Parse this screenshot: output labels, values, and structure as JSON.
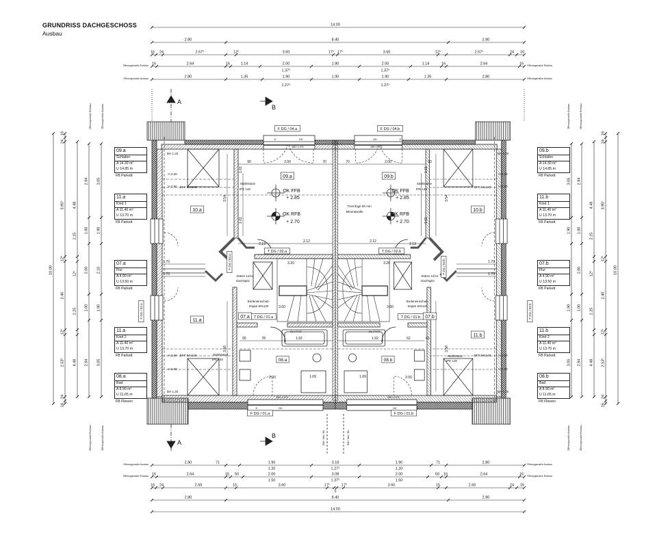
{
  "title": "GRUNDRISS  DACHGESCHOSS",
  "subtitle": "Ausbau",
  "room_cards_left": [
    {
      "id": "09.a",
      "name": "Schlafen",
      "area": "A  14.30 m²",
      "perimeter": "U  14.85 m",
      "floor": "FB  Parkett"
    },
    {
      "id": "11.a",
      "name": "Kind 1",
      "area": "A  11.40 m²",
      "perimeter": "U  13.70 m",
      "floor": "FB  Parkett"
    },
    {
      "id": "07.a",
      "name": "Flur",
      "area": "A    4.90 m²",
      "perimeter": "U  13.50 m",
      "floor": "FB  Parkett"
    },
    {
      "id": "11.a",
      "name": "Kind 2",
      "area": "A  11.40 m²",
      "perimeter": "U  13.70 m",
      "floor": "FB  Parkett"
    },
    {
      "id": "08.a",
      "name": "Bad",
      "area": "A    8.90 m²",
      "perimeter": "U  11.65 m",
      "floor": "FB  Fliesen"
    }
  ],
  "room_cards_right": [
    {
      "id": "09.b",
      "name": "Schlafen",
      "area": "A  14.30 m²",
      "perimeter": "U  14.85 m",
      "floor": "FB  Parkett"
    },
    {
      "id": "11.b",
      "name": "Kind 1",
      "area": "A  11.40 m²",
      "perimeter": "U  13.70 m",
      "floor": "FB  Parkett"
    },
    {
      "id": "07.b",
      "name": "Flur",
      "area": "A    4.90 m²",
      "perimeter": "U  13.50 m",
      "floor": "FB  Parkett"
    },
    {
      "id": "11.b",
      "name": "Kind 2",
      "area": "A  11.40 m²",
      "perimeter": "U  13.70 m",
      "floor": "FB  Parkett"
    },
    {
      "id": "08.b",
      "name": "Bad",
      "area": "A    8.90 m²",
      "perimeter": "U  11.65 m",
      "floor": "FB  Fliesen"
    }
  ],
  "opening_labels": {
    "rohbau": "Öffnungsmaße Rohbau",
    "ausbau": "Öffnungsmaße Ausbau"
  },
  "dimensions": {
    "t1": [
      "14.00"
    ],
    "t2": [
      "2.80",
      "8.40",
      "2.80"
    ],
    "t3": [
      "16",
      "24",
      "2.67⁵",
      "12⁵",
      "3.60",
      "17⁵",
      "17⁵",
      "3.60",
      "12⁵",
      "2.67⁵",
      "24",
      "16"
    ],
    "t4": [
      "16",
      "2.64",
      "16",
      "1.14",
      "2.00",
      "1.80",
      "2.00",
      "1.14",
      "16",
      "2.64",
      "16"
    ],
    "t4b": [
      "1.37⁵",
      "1.37⁵"
    ],
    "t5": [
      "2.80",
      "1.35",
      "1.90",
      "1.90",
      "1.90",
      "1.35",
      "2.80"
    ],
    "t5b": [
      "1.27⁵",
      "1.27⁵"
    ],
    "b1": [
      "2.80",
      "71",
      "1.90",
      "3.18",
      "1.90",
      "71",
      "2.80"
    ],
    "b1b": [
      "1.20",
      "1.27⁵",
      "1.20"
    ],
    "b2": [
      "16",
      "2.64",
      "16",
      "50",
      "2.00",
      "3.08",
      "2.00",
      "50",
      "16",
      "2.64",
      "16"
    ],
    "b2b": [
      "1.50",
      "1.37⁵",
      "1.50"
    ],
    "b3": [
      "16",
      "24",
      "2.65",
      "15",
      "3.60",
      "17⁵",
      "5",
      "17⁵",
      "3.60",
      "15",
      "2.65",
      "24",
      "16"
    ],
    "b4": [
      "2.80",
      "8.40",
      "2.80"
    ],
    "b5": [
      "14.00"
    ],
    "l1": [
      "10.00"
    ],
    "l2": [
      "16",
      "24",
      "3.95⁵",
      "12⁵",
      "2.40",
      "12⁵",
      "2.53⁵",
      "24",
      "16"
    ],
    "l3": [
      "4.48",
      "2.25",
      "12⁵",
      "2.25",
      "4.48"
    ],
    "l4": [
      "2.84",
      "1.00",
      "2.00",
      "1.00",
      "2.84"
    ],
    "l5": [
      "3.05",
      "1.90",
      "2.10",
      "1.90",
      "3.05"
    ],
    "r1": [
      "3.05",
      "1.90",
      "2.10",
      "1.90",
      "3.05"
    ],
    "r2": [
      "2.84",
      "1.00",
      "2.00",
      "1.00",
      "2.84"
    ],
    "r3": [
      "4.48",
      "2.25",
      "12⁵",
      "2.25",
      "4.48"
    ],
    "r4": [
      "16",
      "24",
      "3.95⁵",
      "12⁵",
      "2.40",
      "12⁵",
      "2.53⁵",
      "24",
      "16"
    ],
    "r5": [
      "10.00"
    ]
  },
  "plan_labels": {
    "fdg04a": "F DG / 04.a",
    "fdg04b": "F DG / 04.b",
    "fdg01a": "F DG / 01.a",
    "fdg01b": "F DG / 01.b",
    "tdg02a": "T DG / 02.a",
    "tdg02b": "T DG / 02.b",
    "tdg01a": "T DG / 01.a",
    "tdg01b": "T DG / 01.b",
    "fdg03a": "F DG / 03.a",
    "fdg03b": "F DG / 03.b",
    "fdg02a": "F DG / 02.a",
    "fdg02b": "F DG / 02.b",
    "r09a": "09.a",
    "r09b": "09.b",
    "r10a": "10.a",
    "r10b": "10.b",
    "r11a": "11.a",
    "r11b": "11.b",
    "r07a": "07.a",
    "r07b": "07.b",
    "r08a": "08.a",
    "r08b": "08.b",
    "okffb_a": "OK FFB",
    "okffb_b": "OK FFB",
    "h285_a": "+ 2.85",
    "h285_b": "+ 2.85",
    "okrfb_a": "OK RFB",
    "okrfb_b": "OK RFB",
    "h270_a": "+ 2.70",
    "h270_b": "+ 2.70",
    "st1_a": "Stahlstütze",
    "st2_a": "IPE 140",
    "st1_b": "Stahlstütze",
    "st2_b": "IPE 140",
    "st3_a": "Stahlstütze",
    "st4_a": "IPE 140",
    "st3_b": "Stahlstütze",
    "st4_b": "IPE 140",
    "trenn1": "Trennfuge 50 mm",
    "trenn2": "Mineralwolle",
    "stu1_a": "Stütze 12/12",
    "stu2_a": "Dachspitz",
    "stu1_b": "Stütze 12/12",
    "stu2_b": "Dachspitz",
    "bod1_a": "Bodeneinschub-",
    "bod2_a": "treppe 60x120",
    "bod1_b": "Bodeneinschub-",
    "bod2_b": "treppe 60x120",
    "dff1_a": "DFF 94x140",
    "dff2_a": "DFF 94x140",
    "dff1_b": "DFF 94x140",
    "dff2_b": "DFF 94x140",
    "dh1_a": "DH 1.20",
    "dh2_a": "DH 1.20",
    "dh1_b": "DH 1.20",
    "dh2_b": "DH 1.20",
    "h200a_a": "H 2.00",
    "h200b_a": "H 2.00",
    "h200a_b": "H 2.00",
    "h200b_b": "H 2.00",
    "h250a_a": "H 2.50",
    "h250b_a": "H 2.50",
    "h250a_b": "H 2.50",
    "h250b_b": "H 2.50",
    "brh_ta": "BRH 0.975",
    "brh_tb": "BRH 0.975",
    "brh_ba": "BRH 0.975",
    "brh_bb": "BRH 0.975",
    "d_ta": "D",
    "dk_ta": "DK",
    "dk_tb": "DK",
    "d_tb": "D",
    "d_ba": "D",
    "dk_ba": "DK",
    "dk_bb": "DK",
    "d_bb": "D",
    "m90_a": "90",
    "m200_a": "2.00",
    "m70_a": "70",
    "m70_b": "70",
    "m200_b": "2.00",
    "m90_b": "90",
    "m161a_a": "1.61",
    "m161b_a": "1.61",
    "m161a_b": "1.61",
    "m161b_b": "1.61",
    "m212_a": "2.12",
    "m212_b": "2.12",
    "m213_a": "2.13",
    "m213_b": "2.13",
    "m170a_a": "1.70",
    "m170b_a": "1.70",
    "m170a_b": "1.70",
    "m170b_b": "1.70",
    "m354_a": "3.54",
    "m354_b": "3.54",
    "m358_a": "3.58",
    "m358_b": "3.58",
    "m320_a": "3.20",
    "m320_b": "3.20",
    "m360_a": "3.60",
    "m360_b": "3.60",
    "m192_a": "1.92",
    "m192_b": "1.92",
    "m65_a": "65",
    "m78_a": "78",
    "m62_b": "62",
    "m81_b": "81",
    "m200c_a": "2.00",
    "m200c_b": "2.00",
    "m109_a": "1.09",
    "m109_b": "1.09",
    "wa_a": "Wa 170/75",
    "wa_b": "Wa 170/75",
    "sec_a1": "A",
    "sec_a2": "A",
    "sec_b1": "B",
    "sec_b2": "B",
    "shaft_a": "SW / Wa / Eli",
    "shaft_b": "SW / Wa / Eli"
  }
}
